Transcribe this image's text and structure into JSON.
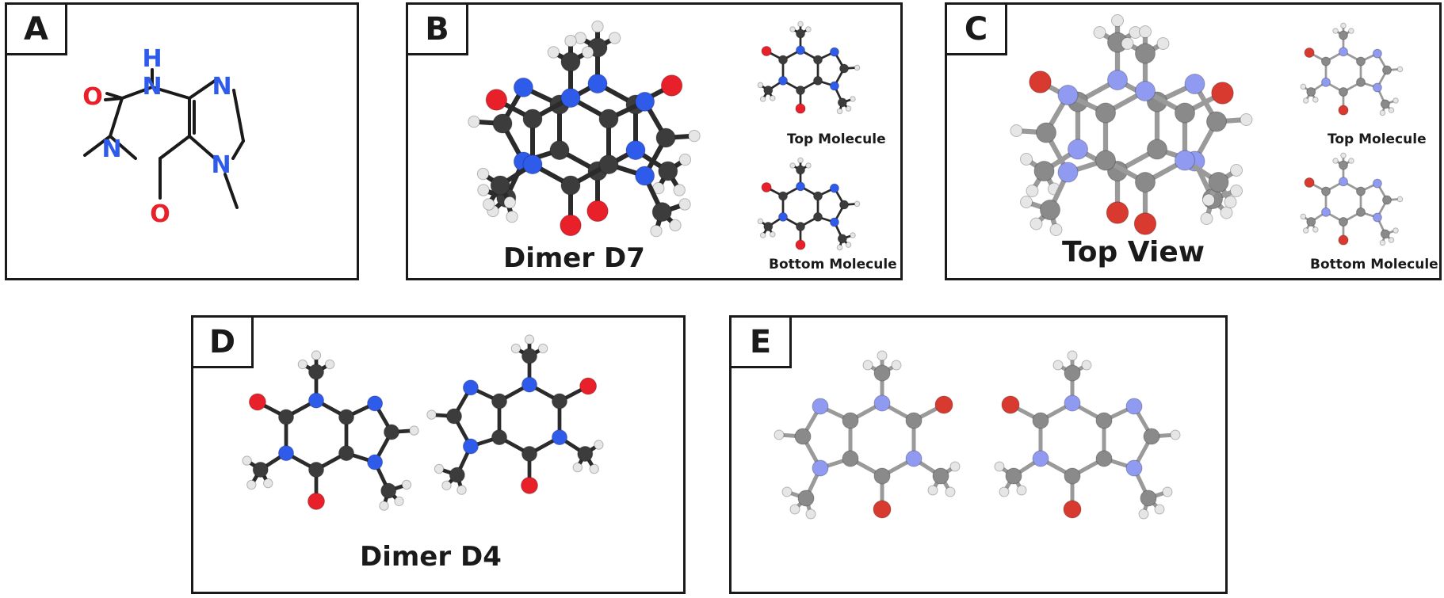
{
  "panels": [
    {
      "label": "A"
    },
    {
      "label": "B",
      "caption": "Dimer D7",
      "top_caption": "Top Molecule",
      "bottom_caption": "Bottom Molecule"
    },
    {
      "label": "C",
      "caption": "Top View",
      "top_caption": "Top Molecule",
      "bottom_caption": "Bottom Molecule"
    },
    {
      "label": "D",
      "caption": "Dimer D4"
    },
    {
      "label": "E"
    }
  ],
  "structure_labels": {
    "h": "H",
    "n1": "N",
    "n2": "N",
    "n3": "N",
    "n4": "N",
    "o1": "O",
    "o2": "O"
  },
  "colors": {
    "carbon": "#3c3c3c",
    "carbon_light": "#8a8a8a",
    "nitrogen": "#2f5bea",
    "nitrogen_light": "#8f9af0",
    "oxygen": "#e8202a",
    "oxygen_light": "#d83a30",
    "hydrogen": "#e6e6e6",
    "bond": "#2b2b2b",
    "frame": "#1a1a1a"
  }
}
